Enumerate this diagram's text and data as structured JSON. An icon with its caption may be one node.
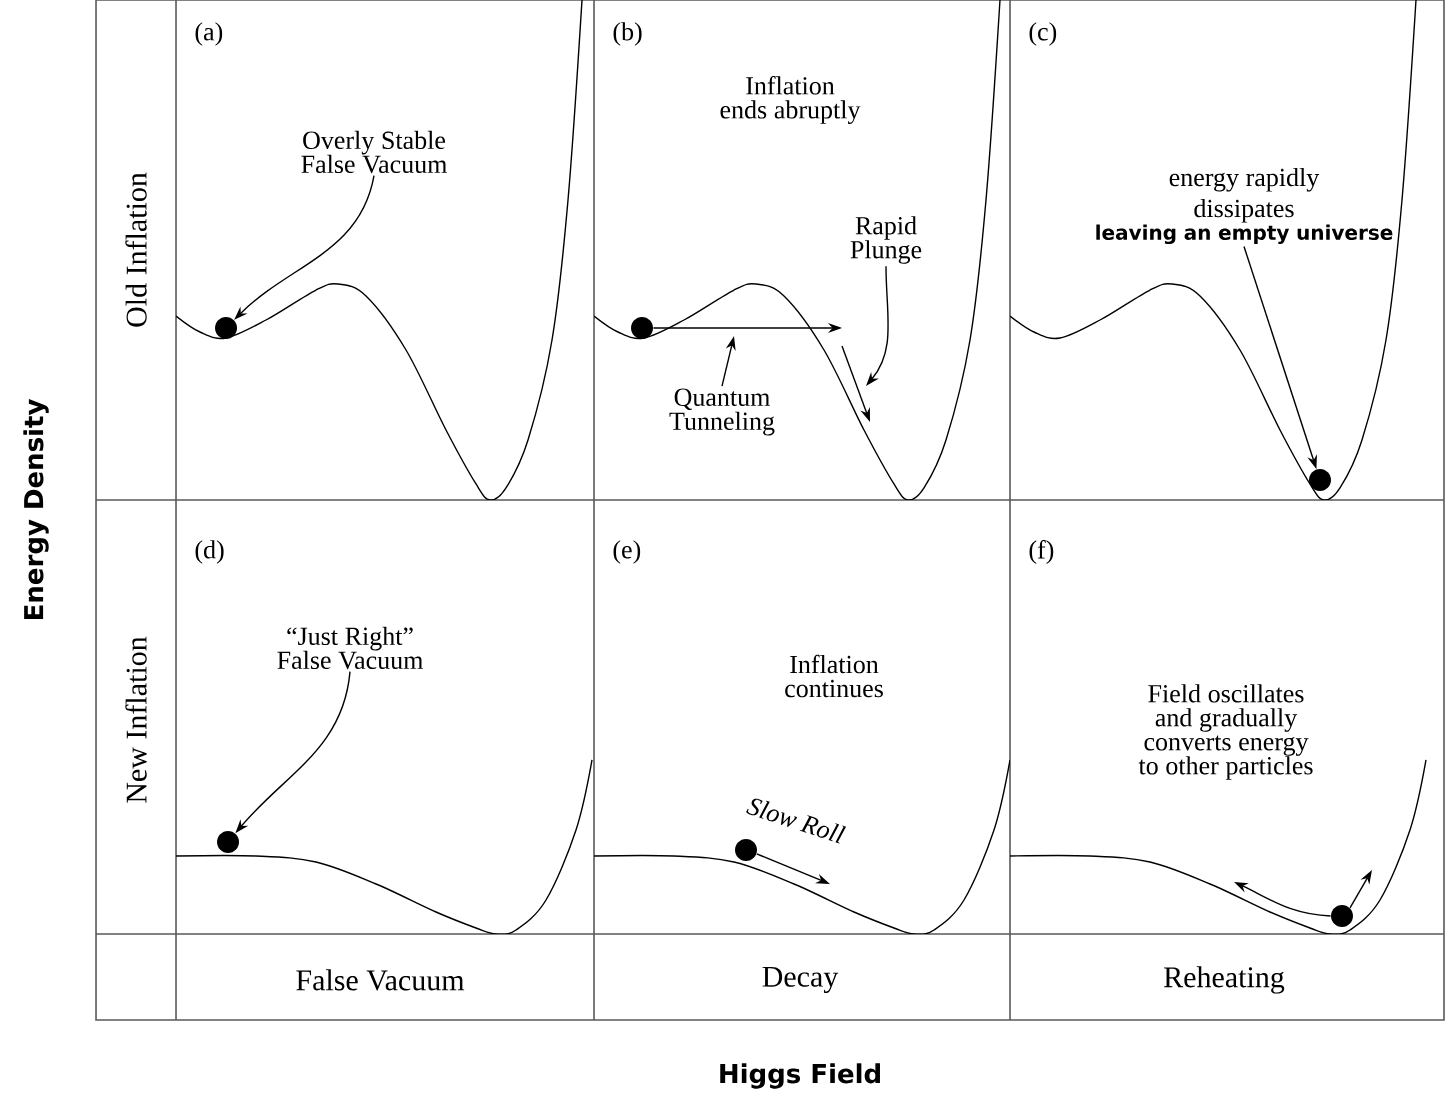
{
  "diagram": {
    "nodes": [
      {
        "text": [
          "Overly Stable False Vacuum"
        ]
      },
      {
        "text": [],
        "shape": "circle"
      },
      {
        "text": [
          "Rapid Plunge"
        ]
      },
      {
        "text": [],
        "shape": "circle"
      },
      {
        "text": [
          "Quantum Tunneling"
        ]
      },
      {
        "text": [
          "energy rapidly dissipates",
          "leaving an empty universe"
        ]
      },
      {
        "text": [],
        "shape": "circle"
      },
      {
        "text": [
          "“Just Right” False Vacuum"
        ]
      },
      {
        "text": [],
        "shape": "circle"
      },
      {
        "text": [],
        "shape": "circle"
      },
      {
        "text": [],
        "shape": "circle"
      }
    ],
    "edges": [
      {
        "from": 0,
        "to": 1,
        "arrow": "to"
      },
      {
        "from": 3,
        "to": null,
        "arrow": "to"
      },
      {
        "from": 4,
        "to": null,
        "arrow": "to"
      },
      {
        "from": 2,
        "to": null,
        "arrow": "to"
      },
      {
        "from": 5,
        "to": 6,
        "arrow": "to"
      },
      {
        "from": 7,
        "to": 8,
        "arrow": "to"
      },
      {
        "from": 9,
        "to": null,
        "arrow": "to"
      },
      {
        "from": 10,
        "to": null,
        "arrow": "to"
      },
      {
        "from": 10,
        "to": null,
        "arrow": "to"
      }
    ],
    "labels": [
      "Energy Density",
      "Old Inflation",
      "(a)",
      "(b)",
      "Inflation ends abruptly",
      "(c)",
      "New Inflation",
      "(d)",
      "(e)",
      "Inflation continues",
      "Slow Roll",
      "(f)",
      "Field oscillates and gradually converts energy to other particles",
      "False Vacuum",
      "Decay",
      "Reheating",
      "Higgs Field"
    ]
  }
}
